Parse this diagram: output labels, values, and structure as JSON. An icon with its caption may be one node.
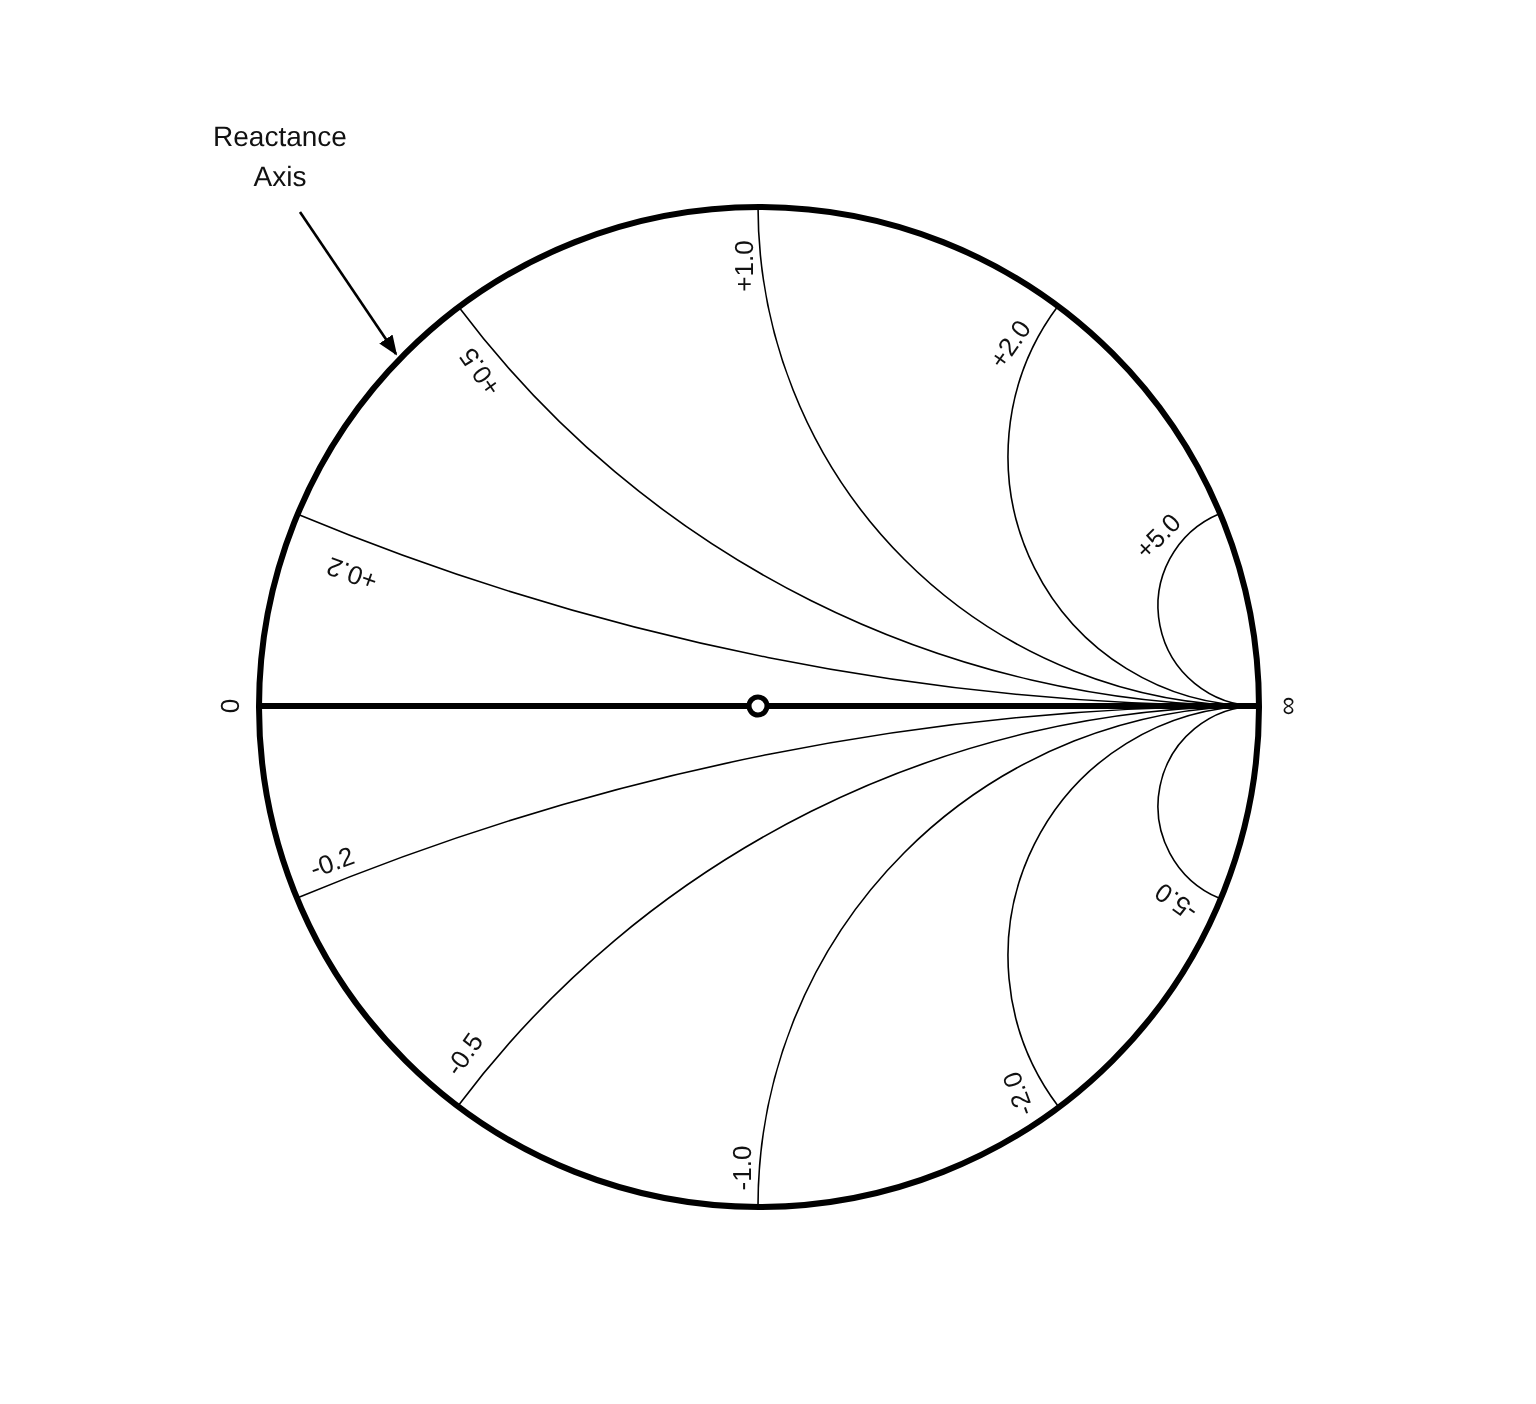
{
  "diagram": {
    "nodes": [
      {
        "text": [
          "Reactance Axis"
        ]
      },
      {
        "text": [],
        "shape": "circle",
        "beside": [
          "0",
          "∞"
        ]
      }
    ],
    "edges": [
      {
        "from": 0,
        "to": 1,
        "arrow": "to"
      }
    ],
    "labels": [
      "+1.0",
      "+2.0",
      "+0.5",
      "+5.0",
      "+0.2",
      "-0.2",
      "-5.0",
      "-0.5",
      "-2.0",
      "-1.0"
    ]
  }
}
